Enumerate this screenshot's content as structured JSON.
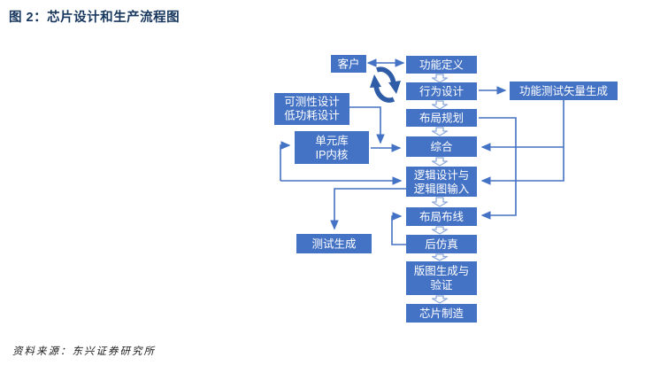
{
  "title": "图 2：芯片设计和生产流程图",
  "source": "资料来源：东兴证券研究所",
  "colors": {
    "box_fill": "#4472C4",
    "box_text": "#FFFFFF",
    "connector": "#4472C4",
    "hollow_arrow_outline": "#8FAADC",
    "cycle_icon": "#2E5CA6",
    "title_text": "#17365D",
    "source_text": "#1A1A1A"
  },
  "flowchart": {
    "nodes": {
      "customer": {
        "label": "客户"
      },
      "function_definition": {
        "label": "功能定义"
      },
      "behavior_design": {
        "label": "行为设计"
      },
      "test_vector_generation": {
        "label": "功能测试矢量生成"
      },
      "dft_low_power": {
        "line1": "可测性设计",
        "line2": "低功耗设计"
      },
      "floorplan": {
        "label": "布局规划"
      },
      "cell_library": {
        "line1": "单元库",
        "line2": "IP内核"
      },
      "synthesis": {
        "label": "综合"
      },
      "logic_design": {
        "line1": "逻辑设计与",
        "line2": "逻辑图输入"
      },
      "place_route": {
        "label": "布局布线"
      },
      "test_generation": {
        "label": "测试生成"
      },
      "post_simulation": {
        "label": "后仿真"
      },
      "layout_verification": {
        "line1": "版图生成与",
        "line2": "验证"
      },
      "chip_manufacturing": {
        "label": "芯片制造"
      }
    }
  }
}
